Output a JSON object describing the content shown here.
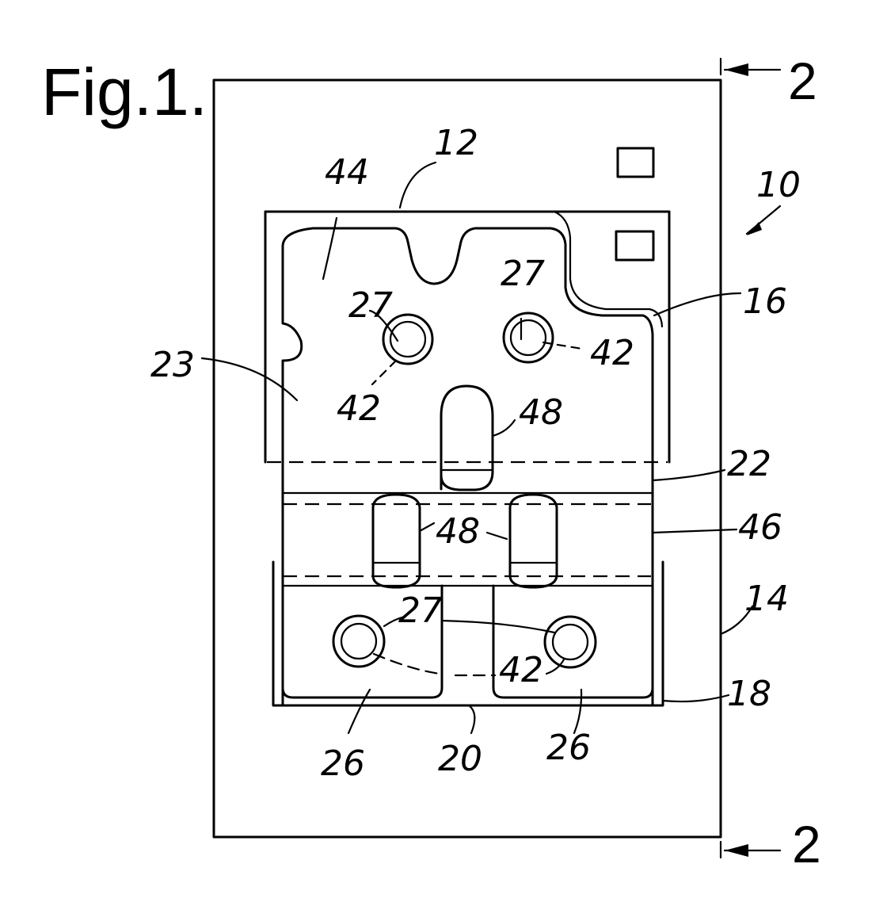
{
  "figure_title": "Fig.1.",
  "section_marks": {
    "top": "2",
    "bottom": "2"
  },
  "labels": {
    "l10": "10",
    "l12": "12",
    "l14": "14",
    "l16": "16",
    "l18": "18",
    "l20": "20",
    "l22": "22",
    "l23": "23",
    "l26a": "26",
    "l26b": "26",
    "l27a": "27",
    "l27b": "27",
    "l27c": "27",
    "l42a": "42",
    "l42b": "42",
    "l42c": "42",
    "l44": "44",
    "l46": "46",
    "l48a": "48",
    "l48b": "48"
  }
}
